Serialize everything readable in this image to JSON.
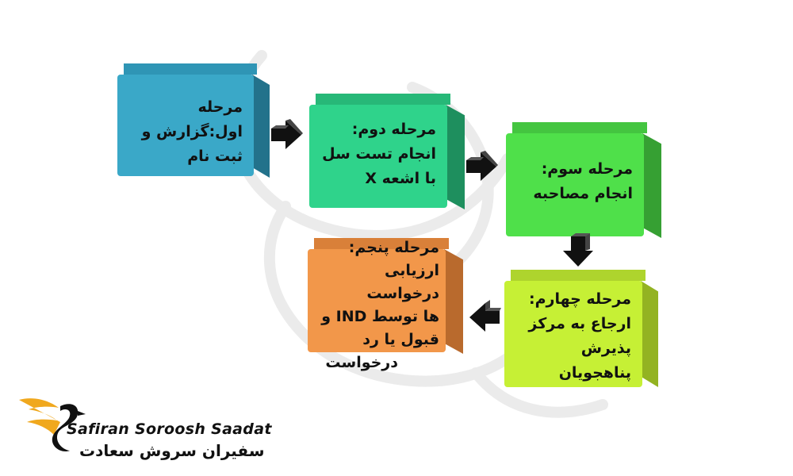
{
  "steps": [
    {
      "label": "مرحله اول:گزارش و ثبت نام",
      "color": "#3aa8c8"
    },
    {
      "label": "مرحله دوم: انجام تست سل با اشعه X",
      "color": "#2fd38b"
    },
    {
      "label": "مرحله سوم: انجام مصاحبه",
      "color": "#4fe04a"
    },
    {
      "label": "مرحله چهارم: ارجاع به مرکز پذیرش پناهجویان",
      "color": "#c6f035"
    },
    {
      "label": "مرحله پنجم: ارزیابی درخواست ها توسط IND و قبول یا رد درخواست",
      "color": "#f2974a"
    }
  ],
  "step5_lines": [
    "مرحله پنجم:",
    "ارزیابی درخواست",
    "ها توسط IND و",
    "قبول یا رد",
    "درخواست"
  ],
  "brand": {
    "name_en": "Safiran Soroosh Saadat",
    "name_fa": "سفیران سروش سعادت"
  }
}
